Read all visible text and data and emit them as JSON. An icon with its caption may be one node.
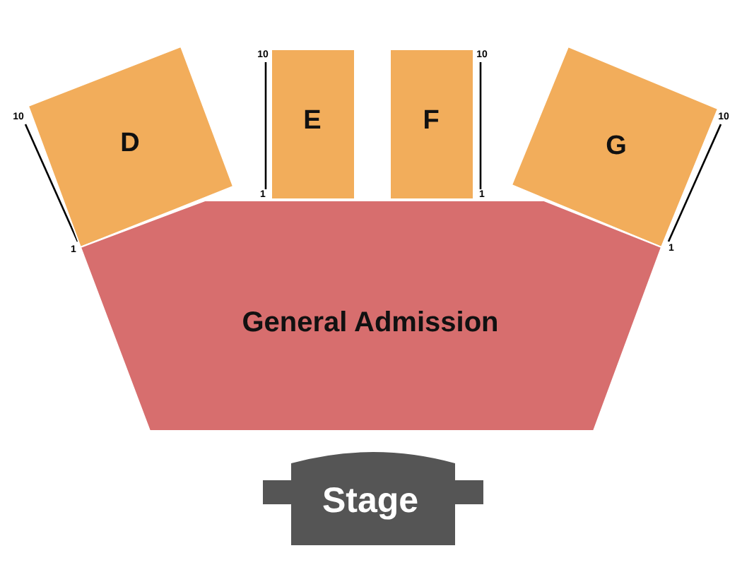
{
  "diagram": {
    "nodes": [
      {
        "text": [
          "D"
        ],
        "beside": [
          "10",
          "1"
        ]
      },
      {
        "text": [
          "E"
        ],
        "beside": [
          "10",
          "1"
        ]
      },
      {
        "text": [
          "F"
        ],
        "beside": [
          "10",
          "1"
        ]
      },
      {
        "text": [
          "G"
        ],
        "beside": [
          "10",
          "1"
        ]
      },
      {
        "text": [
          "General Admission"
        ]
      },
      {
        "text": [
          "Stage"
        ]
      }
    ]
  }
}
